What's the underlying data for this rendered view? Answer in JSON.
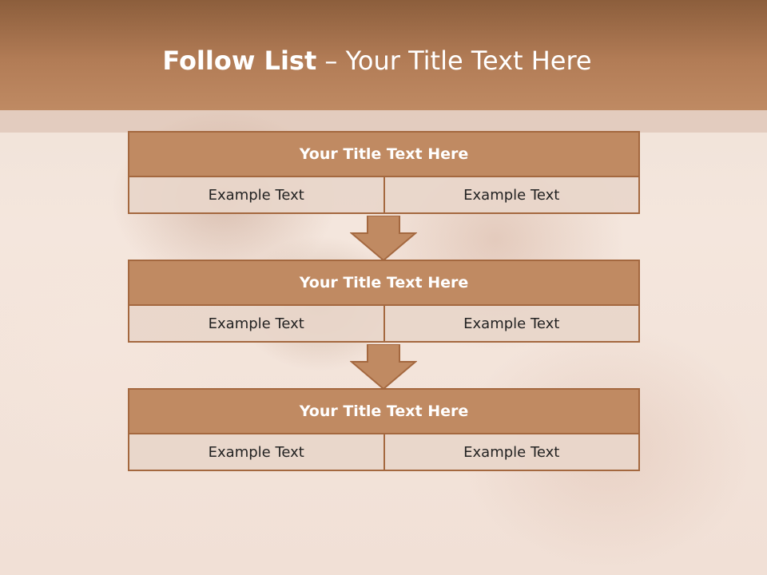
{
  "slide": {
    "title_bold": "Follow List",
    "title_rest": " – Your Title Text Here"
  },
  "steps": [
    {
      "title": "Your Title Text Here",
      "left": "Example Text",
      "right": "Example Text"
    },
    {
      "title": "Your Title Text Here",
      "left": "Example Text",
      "right": "Example Text"
    },
    {
      "title": "Your Title Text Here",
      "left": "Example Text",
      "right": "Example Text"
    }
  ],
  "colors": {
    "header": "#b27c56",
    "box_fill": "#c08a62",
    "box_border": "#a4683f",
    "cell_fill": "#e8d6ca"
  },
  "icons": [
    "down-arrow-icon",
    "down-arrow-icon"
  ]
}
